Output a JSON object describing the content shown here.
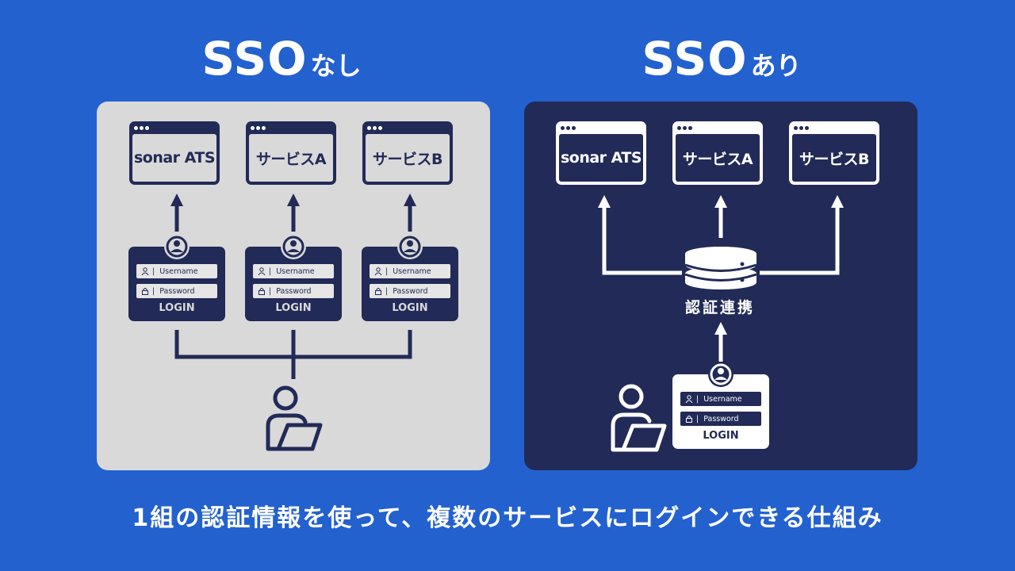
{
  "headings": {
    "without": {
      "main": "SSO",
      "sub": "なし"
    },
    "with": {
      "main": "SSO",
      "sub": "あり"
    }
  },
  "services": [
    "sonar ATS",
    "サービスA",
    "サービスB"
  ],
  "login_form": {
    "username": "Username",
    "password": "Password",
    "button": "LOGIN"
  },
  "auth_sync_label": "認証連携",
  "caption": "1組の認証情報を使って、複数のサービスにログインできる仕組み",
  "colors": {
    "background": "#2361cf",
    "navy": "#222a57",
    "light_gray": "#d9d9d9",
    "white": "#ffffff"
  }
}
